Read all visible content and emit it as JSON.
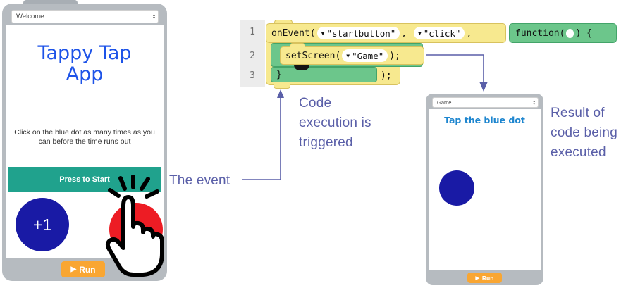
{
  "colors": {
    "phone_frame": "#b6bbc0",
    "title_blue": "#1d53e8",
    "heading_blue": "#1e86cf",
    "teal_button": "#20a28d",
    "navy_dot": "#191aa5",
    "red_dot": "#ed1c24",
    "run_orange": "#f9a632",
    "block_yellow": "#f7e98f",
    "block_green": "#6cc68b",
    "annotation_purple": "#5a5fa8"
  },
  "ui": {
    "play_icon": "▶",
    "dropdown_arrow": "▼",
    "stepper_up": "▴",
    "stepper_down": "▾"
  },
  "left_phone": {
    "selector_value": "Welcome",
    "title_line1": "Tappy Tap",
    "title_line2": "App",
    "instructions_line1": "Click on the blue dot as many times as you",
    "instructions_line2": "can before the time runs out",
    "start_button_label": "Press to Start",
    "score_bubble_label": "+1",
    "run_button_label": "Run"
  },
  "code_editor": {
    "line_numbers": [
      "1",
      "2",
      "3"
    ],
    "line1": {
      "call": "onEvent(",
      "dropdown1": {
        "value": "\"startbutton\""
      },
      "sep1": ", ",
      "dropdown2": {
        "value": "\"click\""
      },
      "sep2": ", ",
      "function_open": "function(",
      "function_close": ") {"
    },
    "line2": {
      "call": "setScreen(",
      "dropdown": {
        "value": "\"Game\""
      },
      "close": ");"
    },
    "line3": {
      "brace": "}",
      "close": ");"
    }
  },
  "annotations": {
    "event_label": "The event",
    "trigger_label": "Code execution is triggered",
    "result_label": "Result of code being executed"
  },
  "right_phone": {
    "selector_value": "Game",
    "heading": "Tap the blue dot",
    "run_button_label": "Run"
  }
}
